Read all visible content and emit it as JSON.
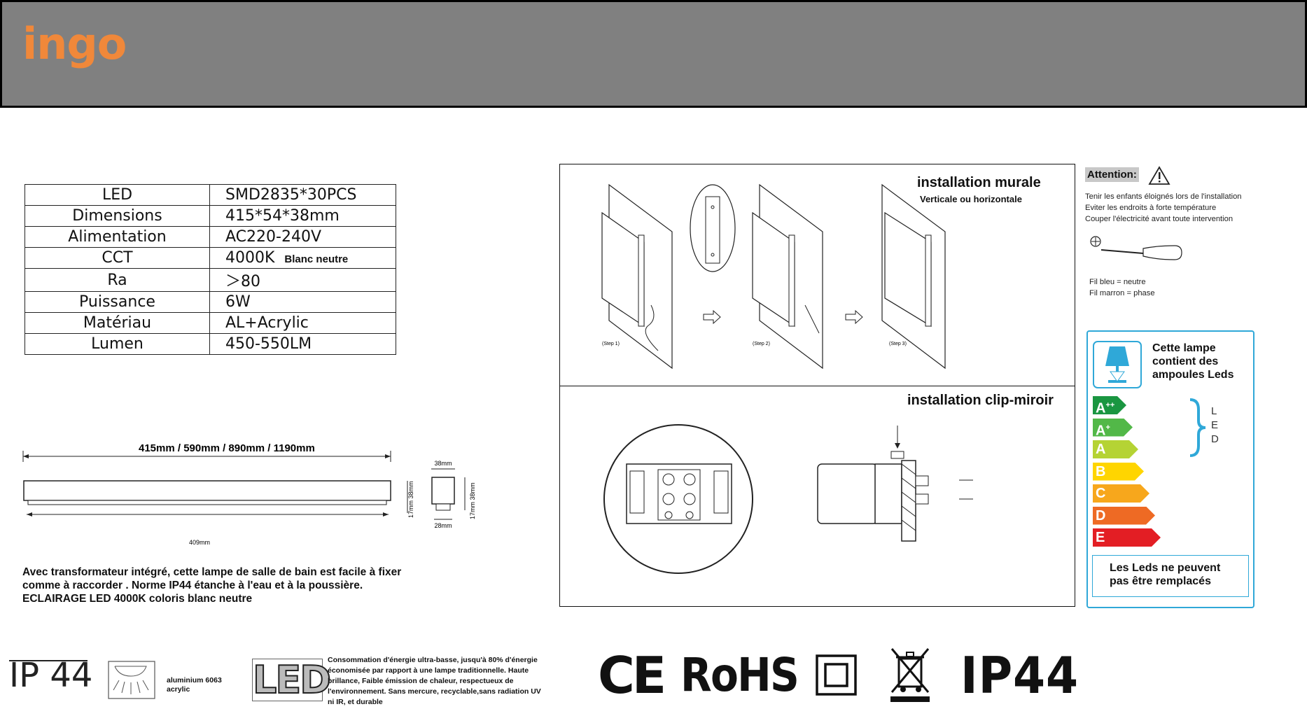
{
  "header": {
    "brand": "ingo",
    "brand_color": "#f0883a",
    "background": "#808080"
  },
  "specs": [
    {
      "key": "LED",
      "value": "SMD2835*30PCS"
    },
    {
      "key": "Dimensions",
      "value": "415*54*38mm"
    },
    {
      "key": "Alimentation",
      "value": "AC220-240V"
    },
    {
      "key": "CCT",
      "value": "4000K",
      "note": "Blanc neutre"
    },
    {
      "key": "Ra",
      "value": "＞80"
    },
    {
      "key": "Puissance",
      "value": "6W"
    },
    {
      "key": "Matériau",
      "value": "AL+Acrylic"
    },
    {
      "key": "Lumen",
      "value": "450-550LM"
    }
  ],
  "drawing": {
    "length_label": "415mm / 590mm / 890mm / 1190mm",
    "inner_length": "409mm",
    "side_height": "17mm 38mm",
    "top_width": "38mm",
    "bottom_width": "28mm",
    "side_height_2": "17mm 38mm"
  },
  "description": [
    "Avec transformateur intégré, cette lampe de salle de bain est facile à fixer",
    "comme à raccorder . Norme IP44 étanche à l'eau et à la poussière.",
    "ECLAIRAGE LED 4000K coloris blanc neutre"
  ],
  "installation": {
    "wall_title": "installation murale",
    "wall_subtitle": "Verticale ou horizontale",
    "steps": [
      "(Step 1)",
      "(Step 2)",
      "(Step 3)"
    ],
    "clip_title": "installation clip-miroir"
  },
  "attention": {
    "label": "Attention:",
    "lines": [
      "Tenir les enfants éloignés lors de l'installation",
      "Eviter les endroits à forte température",
      "Couper l'électricité avant toute intervention"
    ],
    "wires": [
      "Fil bleu = neutre",
      "Fil marron = phase"
    ]
  },
  "energy": {
    "accent": "#2fa8d8",
    "heading": [
      "Cette lampe",
      "contient des",
      "ampoules Leds"
    ],
    "classes": [
      {
        "label": "A",
        "sup": "++",
        "color": "#1a9641"
      },
      {
        "label": "A",
        "sup": "+",
        "color": "#52b848"
      },
      {
        "label": "A",
        "sup": "",
        "color": "#b5d334"
      },
      {
        "label": "B",
        "sup": "",
        "color": "#ffd500"
      },
      {
        "label": "C",
        "sup": "",
        "color": "#f7a71c"
      },
      {
        "label": "D",
        "sup": "",
        "color": "#ee6a24"
      },
      {
        "label": "E",
        "sup": "",
        "color": "#e31e24"
      }
    ],
    "led_letters": [
      "L",
      "E",
      "D"
    ],
    "footer": [
      "Les Leds ne peuvent",
      "pas être remplacés"
    ]
  },
  "bottom": {
    "ip_small": "IP 44",
    "material": [
      "aluminium 6063",
      "acrylic"
    ],
    "led_logo": "LED",
    "led_description": "Consommation d'énergie ultra-basse, jusqu'à 80% d'énergie économisée par rapport à une lampe traditionnelle. Haute brillance, Faible émission de chaleur, respectueux de l'environnement. Sans mercure, recyclable,sans radiation UV ni IR, et durable",
    "ce": "CE",
    "rohs": "RoHS",
    "ip_big": "IP44"
  }
}
